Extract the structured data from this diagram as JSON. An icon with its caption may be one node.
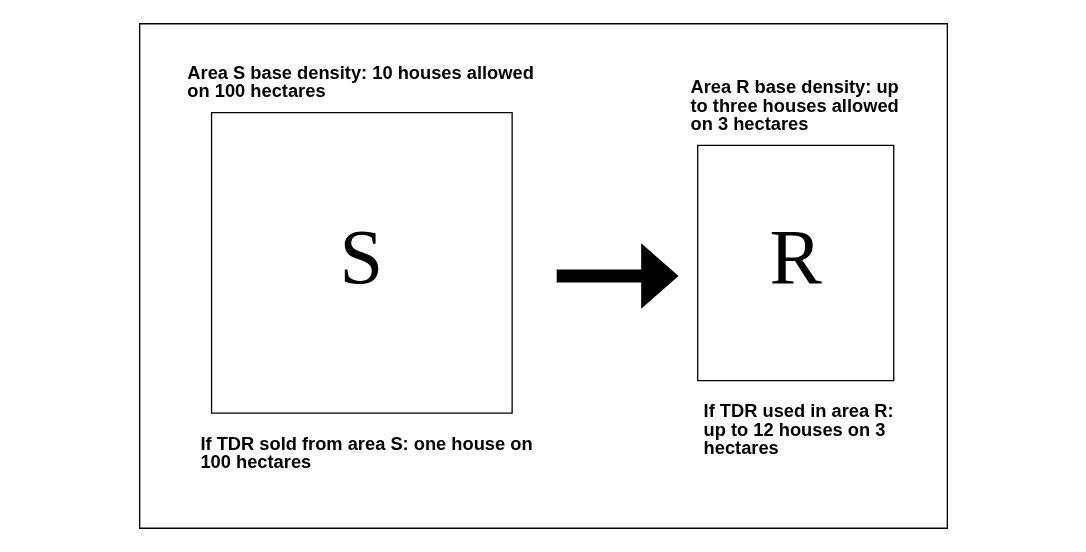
{
  "diagram": {
    "nodes": [
      {
        "text": [],
        "shape": "box"
      },
      {
        "text": [
          "Area S base density: 10 houses allowed on 100 hectares",
          "S"
        ],
        "beside": [
          "If TDR sold from area S: one house on 100 hectares"
        ],
        "in": 0
      },
      {
        "text": [
          "Area R base density: up to three houses allowed on 3 hectares",
          "R"
        ],
        "beside": [
          "If TDR used in area R: up to 12 houses on 3 hectares"
        ],
        "in": 0
      }
    ],
    "edges": [
      {
        "from": 1,
        "to": 2,
        "arrow": "to"
      }
    ]
  }
}
